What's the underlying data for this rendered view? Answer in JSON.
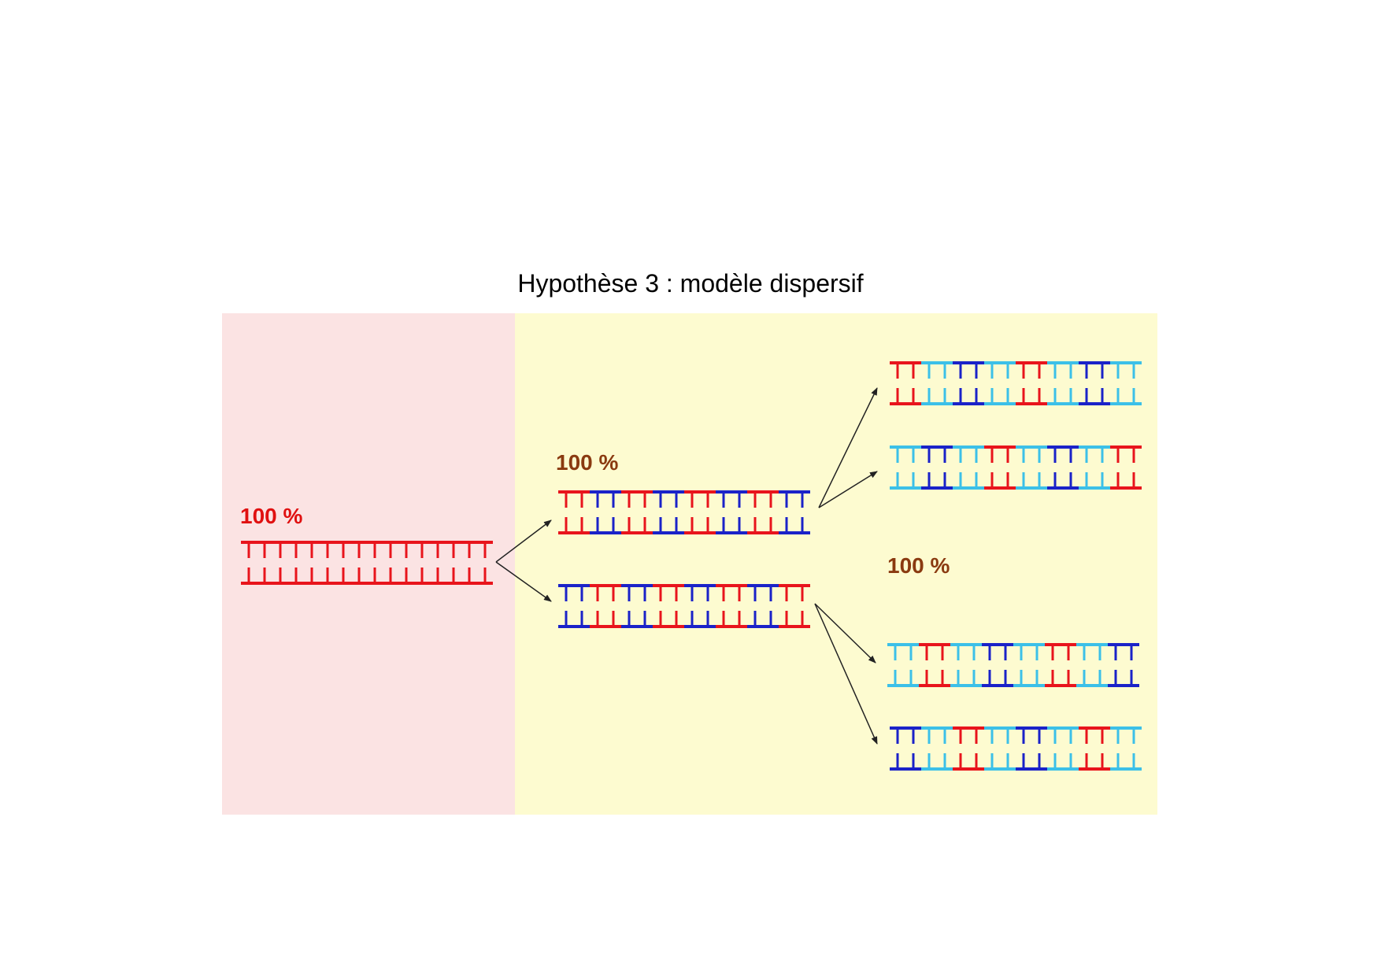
{
  "title": "Hypothèse 3 : modèle dispersif",
  "labels": {
    "gen0_percent": "100 %",
    "gen1_percent": "100 %",
    "gen2_percent": "100 %"
  },
  "colors": {
    "parent_strand": "#e8141c",
    "first_gen_new_strand": "#1a22c8",
    "second_gen_new_strand": "#3cc0e8",
    "parent_panel": "#fbe3e3",
    "children_panel": "#fdfbd0",
    "arrow": "#222222"
  },
  "molecules": [
    {
      "id": "parent",
      "top": [
        "R",
        "R",
        "R",
        "R",
        "R",
        "R",
        "R",
        "R",
        "R",
        "R",
        "R",
        "R",
        "R",
        "R",
        "R",
        "R"
      ],
      "bottom": [
        "R",
        "R",
        "R",
        "R",
        "R",
        "R",
        "R",
        "R",
        "R",
        "R",
        "R",
        "R",
        "R",
        "R",
        "R",
        "R"
      ]
    },
    {
      "id": "gen1-a",
      "top": [
        "R",
        "R",
        "B",
        "B",
        "R",
        "R",
        "B",
        "B",
        "R",
        "R",
        "B",
        "B",
        "R",
        "R",
        "B",
        "B"
      ],
      "bottom": [
        "R",
        "R",
        "B",
        "B",
        "R",
        "R",
        "B",
        "B",
        "R",
        "R",
        "B",
        "B",
        "R",
        "R",
        "B",
        "B"
      ]
    },
    {
      "id": "gen1-b",
      "top": [
        "B",
        "B",
        "R",
        "R",
        "B",
        "B",
        "R",
        "R",
        "B",
        "B",
        "R",
        "R",
        "B",
        "B",
        "R",
        "R"
      ],
      "bottom": [
        "B",
        "B",
        "R",
        "R",
        "B",
        "B",
        "R",
        "R",
        "B",
        "B",
        "R",
        "R",
        "B",
        "B",
        "R",
        "R"
      ]
    },
    {
      "id": "gen2-a",
      "top": [
        "R",
        "R",
        "C",
        "C",
        "B",
        "B",
        "C",
        "C",
        "R",
        "R",
        "C",
        "C",
        "B",
        "B",
        "C",
        "C"
      ],
      "bottom": [
        "R",
        "R",
        "C",
        "C",
        "B",
        "B",
        "C",
        "C",
        "R",
        "R",
        "C",
        "C",
        "B",
        "B",
        "C",
        "C"
      ]
    },
    {
      "id": "gen2-b",
      "top": [
        "C",
        "C",
        "B",
        "B",
        "C",
        "C",
        "R",
        "R",
        "C",
        "C",
        "B",
        "B",
        "C",
        "C",
        "R",
        "R"
      ],
      "bottom": [
        "C",
        "C",
        "B",
        "B",
        "C",
        "C",
        "R",
        "R",
        "C",
        "C",
        "B",
        "B",
        "C",
        "C",
        "R",
        "R"
      ]
    },
    {
      "id": "gen2-c",
      "top": [
        "C",
        "C",
        "R",
        "R",
        "C",
        "C",
        "B",
        "B",
        "C",
        "C",
        "R",
        "R",
        "C",
        "C",
        "B",
        "B"
      ],
      "bottom": [
        "C",
        "C",
        "R",
        "R",
        "C",
        "C",
        "B",
        "B",
        "C",
        "C",
        "R",
        "R",
        "C",
        "C",
        "B",
        "B"
      ]
    },
    {
      "id": "gen2-d",
      "top": [
        "B",
        "B",
        "C",
        "C",
        "R",
        "R",
        "C",
        "C",
        "B",
        "B",
        "C",
        "C",
        "R",
        "R",
        "C",
        "C"
      ],
      "bottom": [
        "B",
        "B",
        "C",
        "C",
        "R",
        "R",
        "C",
        "C",
        "B",
        "B",
        "C",
        "C",
        "R",
        "R",
        "C",
        "C"
      ]
    }
  ]
}
